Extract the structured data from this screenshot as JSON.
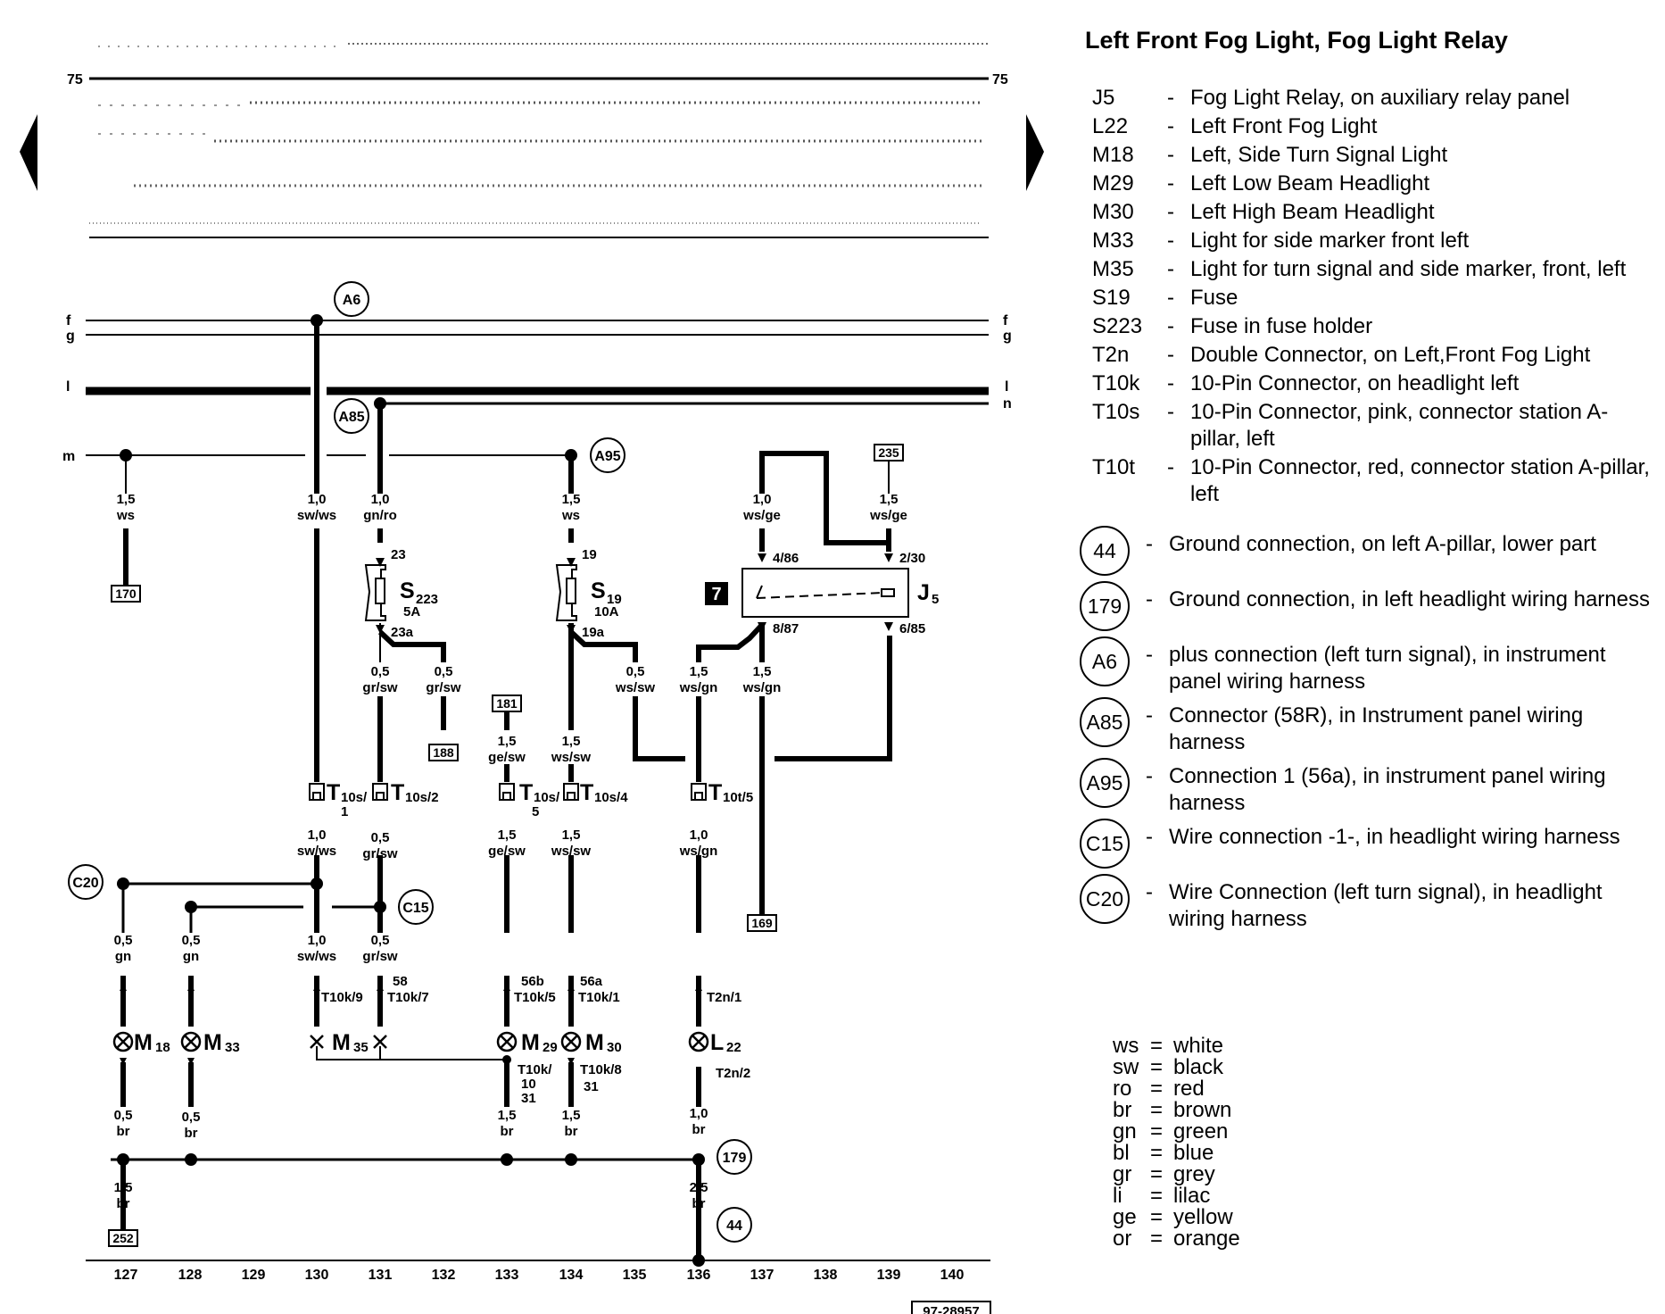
{
  "title": "Left Front Fog Light, Fog Light Relay",
  "legend": [
    {
      "code": "J5",
      "desc": "Fog Light Relay, on auxiliary relay panel"
    },
    {
      "code": "L22",
      "desc": "Left Front Fog Light"
    },
    {
      "code": "M18",
      "desc": "Left, Side Turn Signal Light"
    },
    {
      "code": "M29",
      "desc": "Left Low Beam Headlight"
    },
    {
      "code": "M30",
      "desc": "Left High Beam Headlight"
    },
    {
      "code": "M33",
      "desc": "Light for side marker front left"
    },
    {
      "code": "M35",
      "desc": "Light for turn signal and side marker, front, left"
    },
    {
      "code": "S19",
      "desc": "Fuse"
    },
    {
      "code": "S223",
      "desc": "Fuse in fuse holder"
    },
    {
      "code": "T2n",
      "desc": "Double Connector, on Left,Front Fog Light"
    },
    {
      "code": "T10k",
      "desc": "10-Pin Connector, on headlight left"
    },
    {
      "code": "T10s",
      "desc": "10-Pin Connector, pink, connector station A-pillar, left"
    },
    {
      "code": "T10t",
      "desc": "10-Pin Connector, red, connector station A-pillar, left"
    }
  ],
  "ground_legend": [
    {
      "code": "44",
      "desc": "Ground connection, on left A-pillar, lower part"
    },
    {
      "code": "179",
      "desc": "Ground connection, in left headlight wiring harness"
    },
    {
      "code": "A6",
      "desc": "plus connection (left turn signal), in instrument panel wiring harness"
    },
    {
      "code": "A85",
      "desc": "Connector (58R), in Instrument panel wiring harness"
    },
    {
      "code": "A95",
      "desc": "Connection 1 (56a), in instrument panel wiring harness"
    },
    {
      "code": "C15",
      "desc": "Wire connection -1-, in headlight  wiring harness"
    },
    {
      "code": "C20",
      "desc": "Wire Connection (left turn signal), in headlight wiring harness"
    }
  ],
  "color_key": [
    {
      "abbr": "ws",
      "name": "white"
    },
    {
      "abbr": "sw",
      "name": "black"
    },
    {
      "abbr": "ro",
      "name": "red"
    },
    {
      "abbr": "br",
      "name": "brown"
    },
    {
      "abbr": "gn",
      "name": "green"
    },
    {
      "abbr": "bl",
      "name": "blue"
    },
    {
      "abbr": "gr",
      "name": "grey"
    },
    {
      "abbr": "li",
      "name": "lilac"
    },
    {
      "abbr": "ge",
      "name": "yellow"
    },
    {
      "abbr": "or",
      "name": "orange"
    }
  ],
  "diagram": {
    "ref_75": "75",
    "bus": {
      "f": "f",
      "g": "g",
      "l": "l",
      "m": "m",
      "n": "n"
    },
    "columns": [
      "127",
      "128",
      "129",
      "130",
      "131",
      "132",
      "133",
      "134",
      "135",
      "136",
      "137",
      "138",
      "139",
      "140"
    ],
    "doc_number": "97-28957",
    "page_number": "7",
    "wires": {
      "w1": "1,5",
      "c1": "ws",
      "w2": "1,0",
      "c2": "sw/ws",
      "w3": "1,0",
      "c3": "gn/ro",
      "w4": "1,5",
      "c4": "ws",
      "w5": "1,0",
      "c5": "ws/ge",
      "w6": "1,5",
      "c6": "ws/ge",
      "w7": "0,5",
      "c7": "gr/sw",
      "w8": "0,5",
      "c8": "gr/sw",
      "w9": "0,5",
      "c9": "ws/sw",
      "w10": "1,5",
      "c10": "ws/gn",
      "w11": "1,5",
      "c11": "ws/gn",
      "w12": "1,5",
      "c12": "ge/sw",
      "w13": "1,5",
      "c13": "ws/sw",
      "w14": "1,0",
      "c14": "sw/ws",
      "w15": "0,5",
      "c15": "gr/sw",
      "w16": "1,5",
      "c16": "ge/sw",
      "w17": "1,5",
      "c17": "ws/sw",
      "w18": "1,0",
      "c18": "ws/gn",
      "w19": "0,5",
      "c19": "gn",
      "w20": "0,5",
      "c20": "gn",
      "w21": "1,0",
      "c21": "sw/ws",
      "w22": "0,5",
      "c22": "gr/sw",
      "w23": "0,5",
      "c23": "br",
      "w24": "0,5",
      "c24": "br",
      "w25": "1,5",
      "c25": "br",
      "w26": "1,5",
      "c26": "br",
      "w27": "1,0",
      "c27": "br",
      "w28": "1,5",
      "c28": "br",
      "w29": "2,5",
      "c29": "br"
    },
    "pins": {
      "p23": "23",
      "p23a": "23a",
      "p19": "19",
      "p19a": "19a",
      "p486": "4/86",
      "p230": "2/30",
      "p887": "8/87",
      "p685": "6/85",
      "p58": "58",
      "p56b": "56b",
      "p56a": "56a",
      "t10k9": "T10k/9",
      "t10k7": "T10k/7",
      "t10k5": "T10k/5",
      "t10k1": "T10k/1",
      "t10k10": "T10k/",
      "t10k10b": "10",
      "t10k8": "T10k/8",
      "p31a": "31",
      "p31b": "31",
      "t2n1": "T2n/1",
      "t2n2": "T2n/2"
    },
    "components": {
      "s223": "S",
      "s223sub": "223",
      "s223amp": "5A",
      "s19": "S",
      "s19sub": "19",
      "s19amp": "10A",
      "j5": "J",
      "j5sub": "5",
      "t10s1": "T",
      "t10s1sub": "10s/",
      "t10s1b": "1",
      "t10s2": "T",
      "t10s2sub": "10s/2",
      "t10s5": "T",
      "t10s5sub": "10s/",
      "t10s5b": "5",
      "t10s4": "T",
      "t10s4sub": "10s/4",
      "t10t5": "T",
      "t10t5sub": "10t/5",
      "m18": "M",
      "m18sub": "18",
      "m33": "M",
      "m33sub": "33",
      "m35": "M",
      "m35sub": "35",
      "m29": "M",
      "m29sub": "29",
      "m30": "M",
      "m30sub": "30",
      "l22": "L",
      "l22sub": "22"
    },
    "boxes": {
      "b170": "170",
      "b188": "188",
      "b181": "181",
      "b235": "235",
      "b169": "169",
      "b252": "252"
    },
    "circles": {
      "a6": "A6",
      "a85": "A85",
      "a95": "A95",
      "c20": "C20",
      "c15": "C15",
      "g179": "179",
      "g44": "44"
    }
  }
}
